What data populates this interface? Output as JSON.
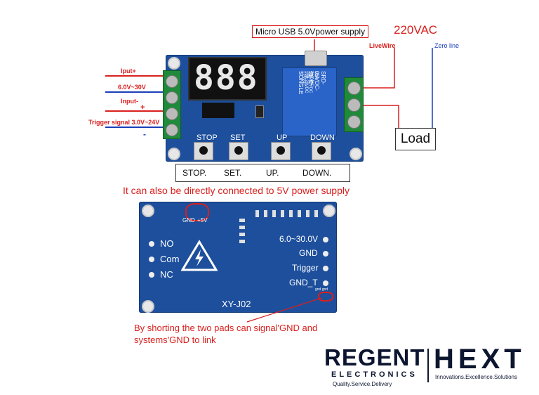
{
  "top": {
    "usb_label": "Micro USB 5.0Vpower supply",
    "voltage_label": "220VAC",
    "livewire_label": "LiveWire",
    "zeroline_label": "Zero line",
    "load_label": "Load",
    "input_plus": "Iput+",
    "input_range": "6.0V~30V",
    "input_minus": "Input-",
    "trigger_plus": "+",
    "trigger_label": "Trigger signal 3.0V~24V",
    "trigger_minus": "-",
    "display_digits": "888",
    "silk_stop": "STOP",
    "silk_set": "SET",
    "silk_up": "UP",
    "silk_down": "DOWN",
    "button_labels": [
      "STOP.",
      "SET.",
      "UP.",
      "DOWN."
    ],
    "relay_text": [
      "SONGLE",
      "SRD-05VDC-SL-C",
      "10A 250VAC  10A 125VAC",
      "10A 30VDC  10A 28VDC"
    ]
  },
  "middle": {
    "caption": "It can also be directly connected to 5V power supply"
  },
  "bottom": {
    "gnd_pad": "GND",
    "plus5v_pad": "+5V",
    "no": "NO",
    "com": "Com",
    "nc": "NC",
    "v_range": "6.0~30.0V",
    "gnd": "GND",
    "trigger": "Trigger",
    "gnd_t": "GND_T",
    "pad_small": "gnd gnd",
    "model": "XY-J02",
    "caption_line1": "By shorting the two pads can signal'GND  and",
    "caption_line2": "systems'GND  to link"
  },
  "logo": {
    "regent": "REGENT",
    "electronics": "ELECTRONICS",
    "tagline_left": "Quality.Service.Delivery",
    "hext": "HEXT",
    "tagline_right": "Innovations.Excellence.Solutions"
  },
  "colors": {
    "board_blue": "#1d4f9c",
    "accent_red": "#d9201e",
    "zero_line_blue": "#1a3fb8",
    "logo_navy": "#0d1630"
  }
}
